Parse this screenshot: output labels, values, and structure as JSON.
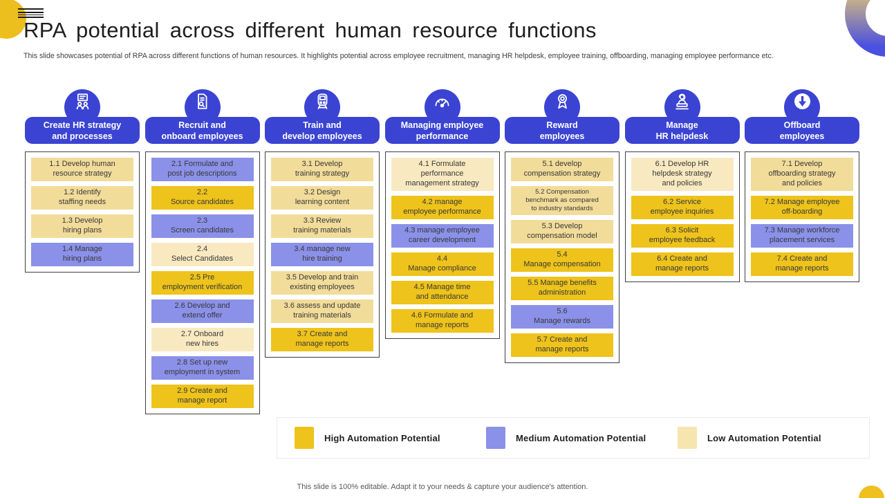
{
  "slide": {
    "title": "RPA potential across different human resource functions",
    "subtitle": "This slide showcases potential of RPA across different functions of human resources. It highlights potential across employee recruitment, managing HR helpdesk, employee training, offboarding, managing employee performance etc.",
    "footer": "This slide is 100% editable. Adapt it to your needs & capture your audience's attention."
  },
  "colors": {
    "header_blue": "#3B44D2",
    "high": "#EEC31B",
    "medium": "#8B91E8",
    "low": "#F2DC9A",
    "low_light": "#F8E9C1",
    "accent_yellow": "#EFC01E"
  },
  "legend": [
    {
      "label": "High Automation Potential",
      "color": "#EEC31B"
    },
    {
      "label": "Medium Automation Potential",
      "color": "#8B91E8"
    },
    {
      "label": "Low Automation Potential",
      "color": "#F7E5AF"
    }
  ],
  "columns": [
    {
      "title": "Create HR strategy\nand processes",
      "icon": "strategy-meeting-icon",
      "items": [
        {
          "label": "1.1 Develop human\nresource strategy",
          "level": "low"
        },
        {
          "label": "1.2 Identify\nstaffing needs",
          "level": "low"
        },
        {
          "label": "1.3 Develop\nhiring plans",
          "level": "low"
        },
        {
          "label": "1.4 Manage\nhiring plans",
          "level": "medium"
        }
      ]
    },
    {
      "title": "Recruit and\nonboard employees",
      "icon": "recruitment-document-icon",
      "items": [
        {
          "label": "2.1 Formulate and\npost job descriptions",
          "level": "medium"
        },
        {
          "label": "2.2\nSource candidates",
          "level": "high"
        },
        {
          "label": "2.3\nScreen candidates",
          "level": "medium"
        },
        {
          "label": "2.4\nSelect Candidates",
          "level": "low_light"
        },
        {
          "label": "2.5 Pre\nemployment verification",
          "level": "high"
        },
        {
          "label": "2.6 Develop and\nextend offer",
          "level": "medium"
        },
        {
          "label": "2.7 Onboard\nnew hires",
          "level": "low_light"
        },
        {
          "label": "2.8 Set up new\nemployment in system",
          "level": "medium"
        },
        {
          "label": "2.9 Create and\nmanage report",
          "level": "high"
        }
      ]
    },
    {
      "title": "Train and\ndevelop employees",
      "icon": "train-icon",
      "items": [
        {
          "label": "3.1 Develop\ntraining strategy",
          "level": "low"
        },
        {
          "label": "3.2 Design\nlearning content",
          "level": "low"
        },
        {
          "label": "3.3 Review\ntraining materials",
          "level": "low"
        },
        {
          "label": "3.4 manage new\nhire training",
          "level": "medium"
        },
        {
          "label": "3.5 Develop and train\nexisting employees",
          "level": "low"
        },
        {
          "label": "3.6 assess and update\ntraining materials",
          "level": "low"
        },
        {
          "label": "3.7 Create and\nmanage reports",
          "level": "high"
        }
      ]
    },
    {
      "title": "Managing employee\nperformance",
      "icon": "performance-gauge-icon",
      "items": [
        {
          "label": "4.1 Formulate\nperformance\nmanagement strategy",
          "level": "low_light"
        },
        {
          "label": "4.2 manage\nemployee performance",
          "level": "high"
        },
        {
          "label": "4.3 manage employee\ncareer development",
          "level": "medium"
        },
        {
          "label": "4.4\nManage compliance",
          "level": "high"
        },
        {
          "label": "4.5 Manage time\nand attendance",
          "level": "high"
        },
        {
          "label": "4.6 Formulate and\nmanage reports",
          "level": "high"
        }
      ]
    },
    {
      "title": "Reward\nemployees",
      "icon": "reward-ribbon-icon",
      "items": [
        {
          "label": "5.1 develop\ncompensation strategy",
          "level": "low"
        },
        {
          "label": "5.2 Compensation\nbenchmark as compared\nto industry standards",
          "level": "low",
          "small": true
        },
        {
          "label": "5.3 Develop\ncompensation model",
          "level": "low"
        },
        {
          "label": "5.4\nManage compensation",
          "level": "high"
        },
        {
          "label": "5.5 Manage benefits\nadministration",
          "level": "high"
        },
        {
          "label": "5.6\nManage rewards",
          "level": "medium"
        },
        {
          "label": "5.7 Create and\nmanage reports",
          "level": "high"
        }
      ]
    },
    {
      "title": "Manage\nHR helpdesk",
      "icon": "helpdesk-agent-icon",
      "items": [
        {
          "label": "6.1 Develop HR\nhelpdesk strategy\nand policies",
          "level": "low_light"
        },
        {
          "label": "6.2 Service\nemployee inquiries",
          "level": "high"
        },
        {
          "label": "6.3 Solicit\nemployee feedback",
          "level": "high"
        },
        {
          "label": "6.4 Create and\nmanage reports",
          "level": "high"
        }
      ]
    },
    {
      "title": "Offboard\nemployees",
      "icon": "offboard-arrow-icon",
      "items": [
        {
          "label": "7.1 Develop\noffboarding strategy\nand policies",
          "level": "low"
        },
        {
          "label": "7.2 Manage employee\noff-boarding",
          "level": "high"
        },
        {
          "label": "7.3 Manage workforce\nplacement services",
          "level": "medium"
        },
        {
          "label": "7.4 Create and\nmanage reports",
          "level": "high"
        }
      ]
    }
  ]
}
